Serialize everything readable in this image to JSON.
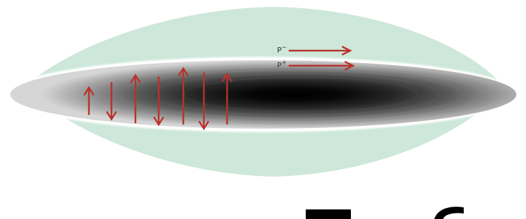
{
  "colors": {
    "background": "#ffffff",
    "outer_halo": "#cde8da",
    "core_dark": "#000000",
    "core_light": "#d2d2d2",
    "white_rim": "#ffffff",
    "arrow_red": "#b8332c"
  },
  "labels": {
    "p_minus_base": "P",
    "p_minus_sup": "−",
    "p_plus_base": "P",
    "p_plus_sup": "+"
  },
  "vertical_arrows": [
    "up",
    "down",
    "up",
    "down",
    "up",
    "down",
    "up"
  ],
  "horizontal_arrows": [
    "right",
    "right"
  ]
}
